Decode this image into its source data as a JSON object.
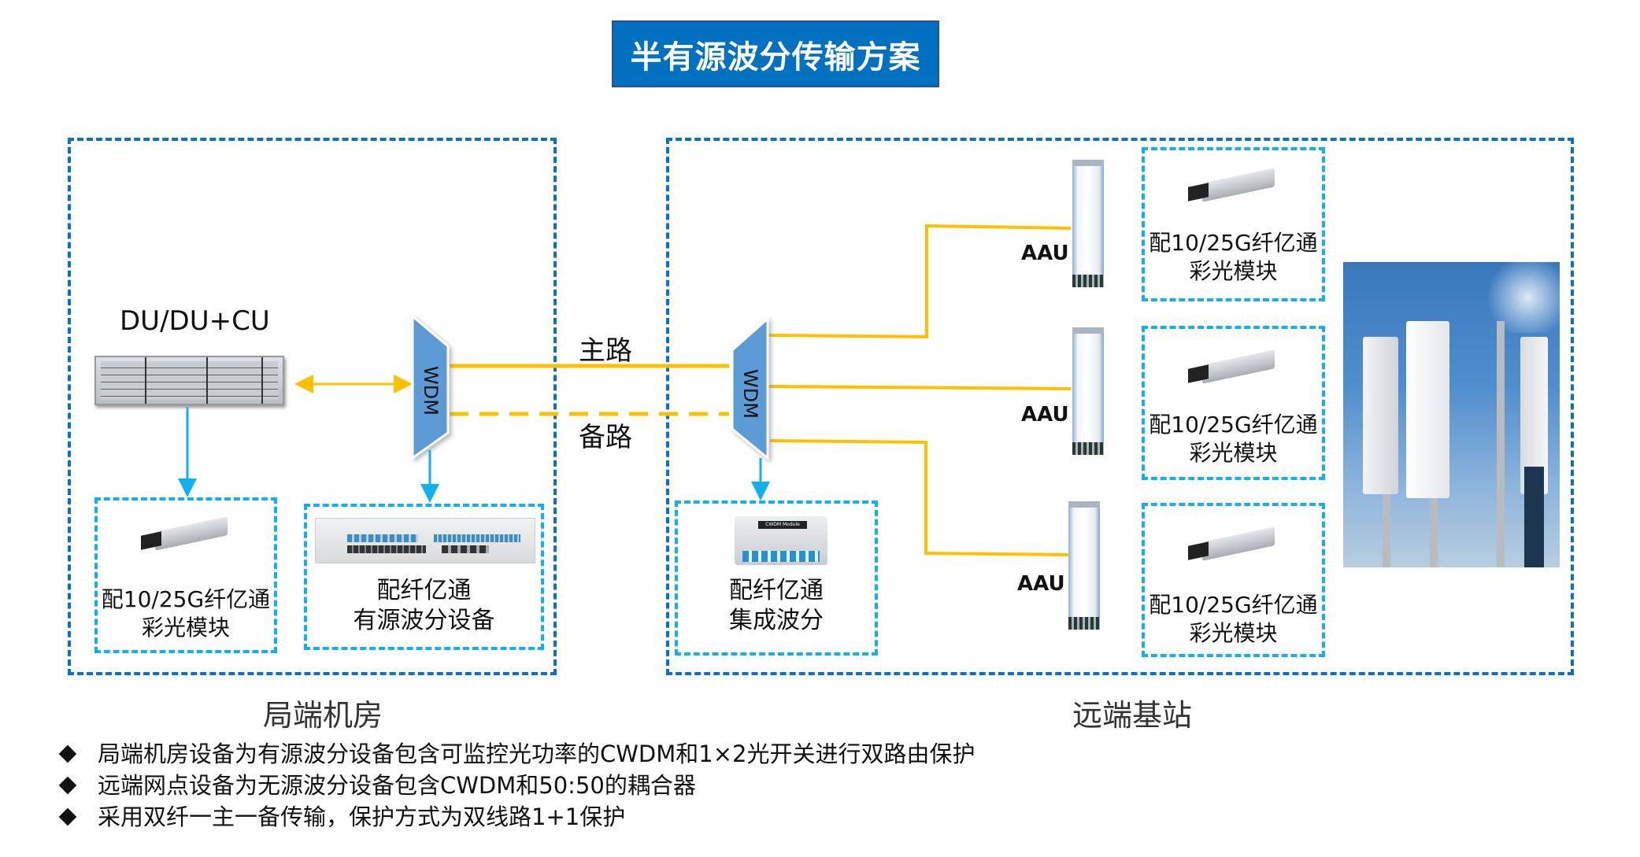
{
  "title": "半有源波分传输方案",
  "central_office": {
    "region_label": "局端机房",
    "du_label": "DU/DU+CU",
    "wdm_label": "WDM",
    "module_box": {
      "caption_line1": "配10/25G纤亿通",
      "caption_line2": "彩光模块"
    },
    "active_wdm_box": {
      "caption_line1": "配纤亿通",
      "caption_line2": "有源波分设备"
    }
  },
  "links": {
    "primary": "主路",
    "backup": "备路"
  },
  "remote_site": {
    "region_label": "远端基站",
    "wdm_label": "WDM",
    "integrated_wdm_box": {
      "caption_line1": "配纤亿通",
      "caption_line2": "集成波分",
      "device_label": "CWDM Module"
    },
    "aaus": [
      {
        "label": "AAU",
        "module_caption_line1": "配10/25G纤亿通",
        "module_caption_line2": "彩光模块"
      },
      {
        "label": "AAU",
        "module_caption_line1": "配10/25G纤亿通",
        "module_caption_line2": "彩光模块"
      },
      {
        "label": "AAU",
        "module_caption_line1": "配10/25G纤亿通",
        "module_caption_line2": "彩光模块"
      }
    ]
  },
  "notes": [
    "局端机房设备为有源波分设备包含可监控光功率的CWDM和1×2光开关进行双路由保护",
    "远端网点设备为无源波分设备包含CWDM和50:50的耦合器",
    "采用双纤一主一备传输，保护方式为双线路1+1保护"
  ],
  "colors": {
    "title_bg": "#0070c0",
    "outer_dash": "#0a72c4",
    "inner_dash": "#11b0ee",
    "fiber": "#ffc000",
    "wdm": "#5b9bd5",
    "connector": "#11b0ee"
  }
}
